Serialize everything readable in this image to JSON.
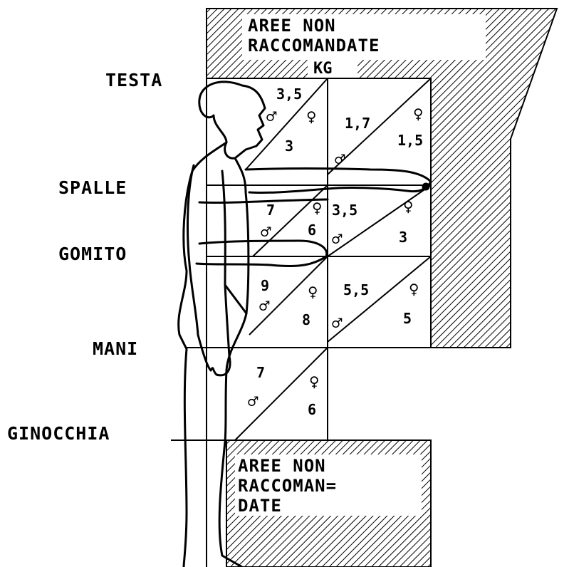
{
  "top_notice": {
    "line1": "AREE NON",
    "line2": "RACCOMANDATE",
    "unit": "KG"
  },
  "bottom_notice": {
    "line1": "AREE NON",
    "line2": "RACCOMAN=",
    "line3": "DATE"
  },
  "body_levels": {
    "head": "TESTA",
    "shoulders": "SPALLE",
    "elbow": "GOMITO",
    "hands": "MANI",
    "knees": "GINOCCHIA"
  },
  "symbols": {
    "male": "♂",
    "female": "♀"
  },
  "zones": {
    "head_close": {
      "male": "3,5",
      "female": "3"
    },
    "head_far": {
      "male": "1,7",
      "female": "1,5"
    },
    "shoulder_close": {
      "male": "7",
      "female": "6"
    },
    "shoulder_far": {
      "male": "3,5",
      "female": "3"
    },
    "elbow_close": {
      "male": "9",
      "female": "8"
    },
    "elbow_far": {
      "male": "5,5",
      "female": "5"
    },
    "hands_close": {
      "male": "7",
      "female": "6"
    }
  },
  "colors": {
    "ink": "#000000",
    "background": "#ffffff"
  }
}
